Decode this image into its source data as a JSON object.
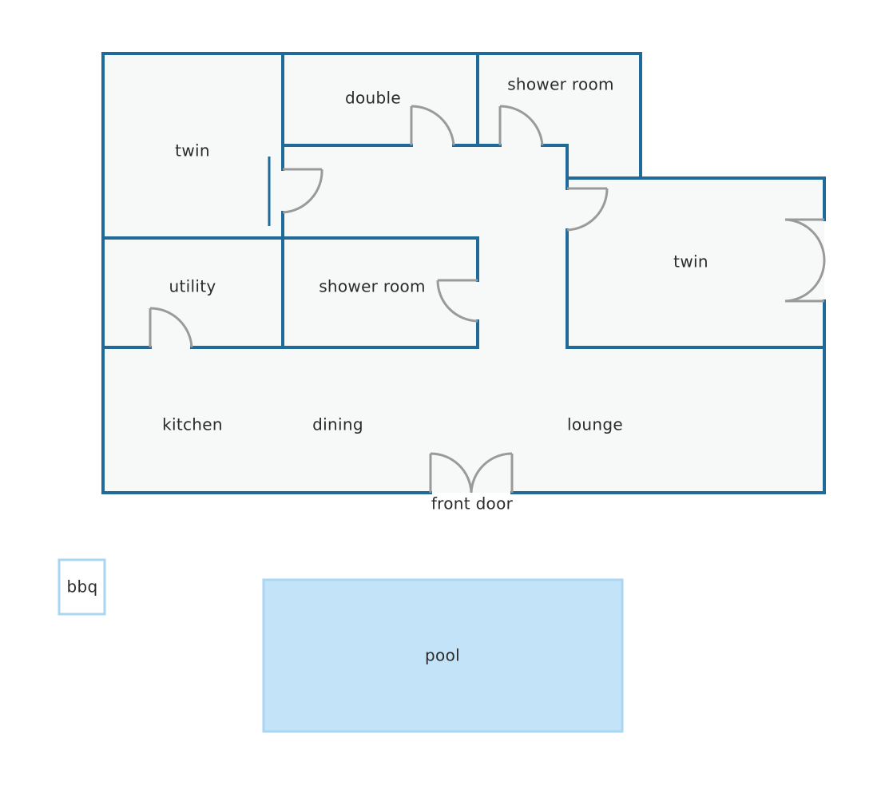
{
  "labels": {
    "twin_left": "twin",
    "double": "double",
    "shower_room_top": "shower room",
    "twin_right": "twin",
    "utility": "utility",
    "shower_room_mid": "shower room",
    "kitchen": "kitchen",
    "dining": "dining",
    "lounge": "lounge",
    "front_door": "front door",
    "bbq": "bbq",
    "pool": "pool"
  },
  "colors": {
    "wall": "#1f6a99",
    "floor": "#f7f8f8",
    "door": "#9a9a9a",
    "pool_fill": "#c3e4f8",
    "pool_border": "#a9d6f0",
    "bbq_border": "#a9d6f0",
    "text": "#2b2b2b"
  }
}
